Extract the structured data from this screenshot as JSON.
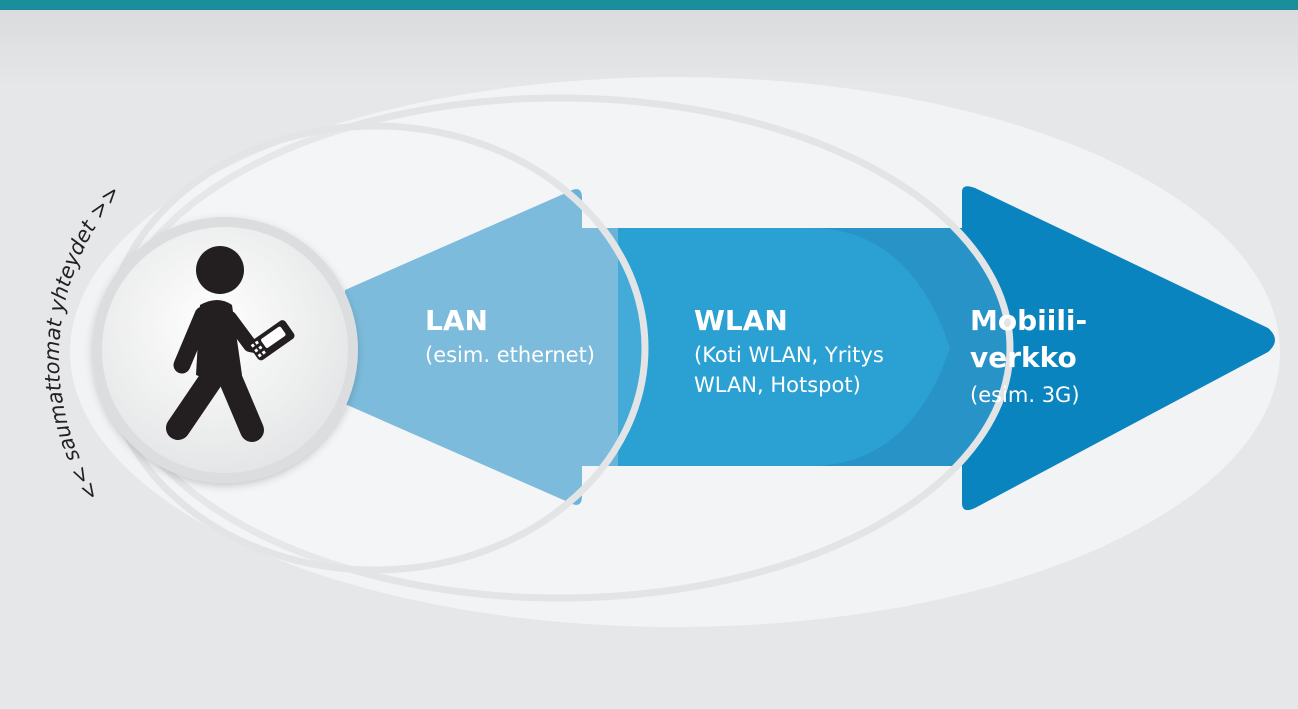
{
  "arc_caption": "<< saumattomat yhteydet >>",
  "zones": [
    {
      "title": "LAN",
      "subtitle": "(esim. ethernet)"
    },
    {
      "title": "WLAN",
      "subtitle_line1": "(Koti WLAN, Yritys",
      "subtitle_line2": "WLAN, Hotspot)"
    },
    {
      "title_line1": "Mobiili-",
      "title_line2": "verkko",
      "subtitle": "(esim. 3G)"
    }
  ],
  "icons": [
    "walking-person-icon",
    "mobile-phone-icon"
  ],
  "colors": {
    "top_bar": "#1a8e9a",
    "background": "#e6e7e8",
    "lan": "#6ab2d8",
    "wlan": "#2ba0d3",
    "mobile": "#0a84bf",
    "text": "#ffffff",
    "figure": "#231f20"
  }
}
